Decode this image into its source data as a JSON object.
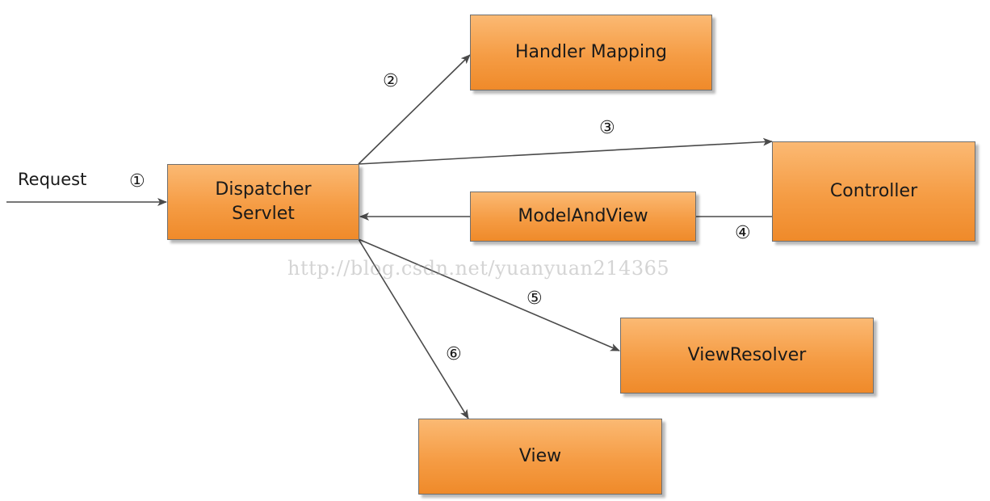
{
  "request_label": "Request",
  "nodes": {
    "dispatcher": "Dispatcher\nServlet",
    "handler_mapping": "Handler Mapping",
    "controller": "Controller",
    "model_and_view": "ModelAndView",
    "view_resolver": "ViewResolver",
    "view": "View"
  },
  "steps": {
    "s1": "①",
    "s2": "②",
    "s3": "③",
    "s4": "④",
    "s5": "⑤",
    "s6": "⑥"
  },
  "watermark": "http://blog.csdn.net/yuanyuan214365",
  "colors": {
    "box_fill_top": "#fbb973",
    "box_fill_bottom": "#ef8a2a",
    "box_border": "#6f6f6f",
    "arrow": "#4a4a4a"
  }
}
